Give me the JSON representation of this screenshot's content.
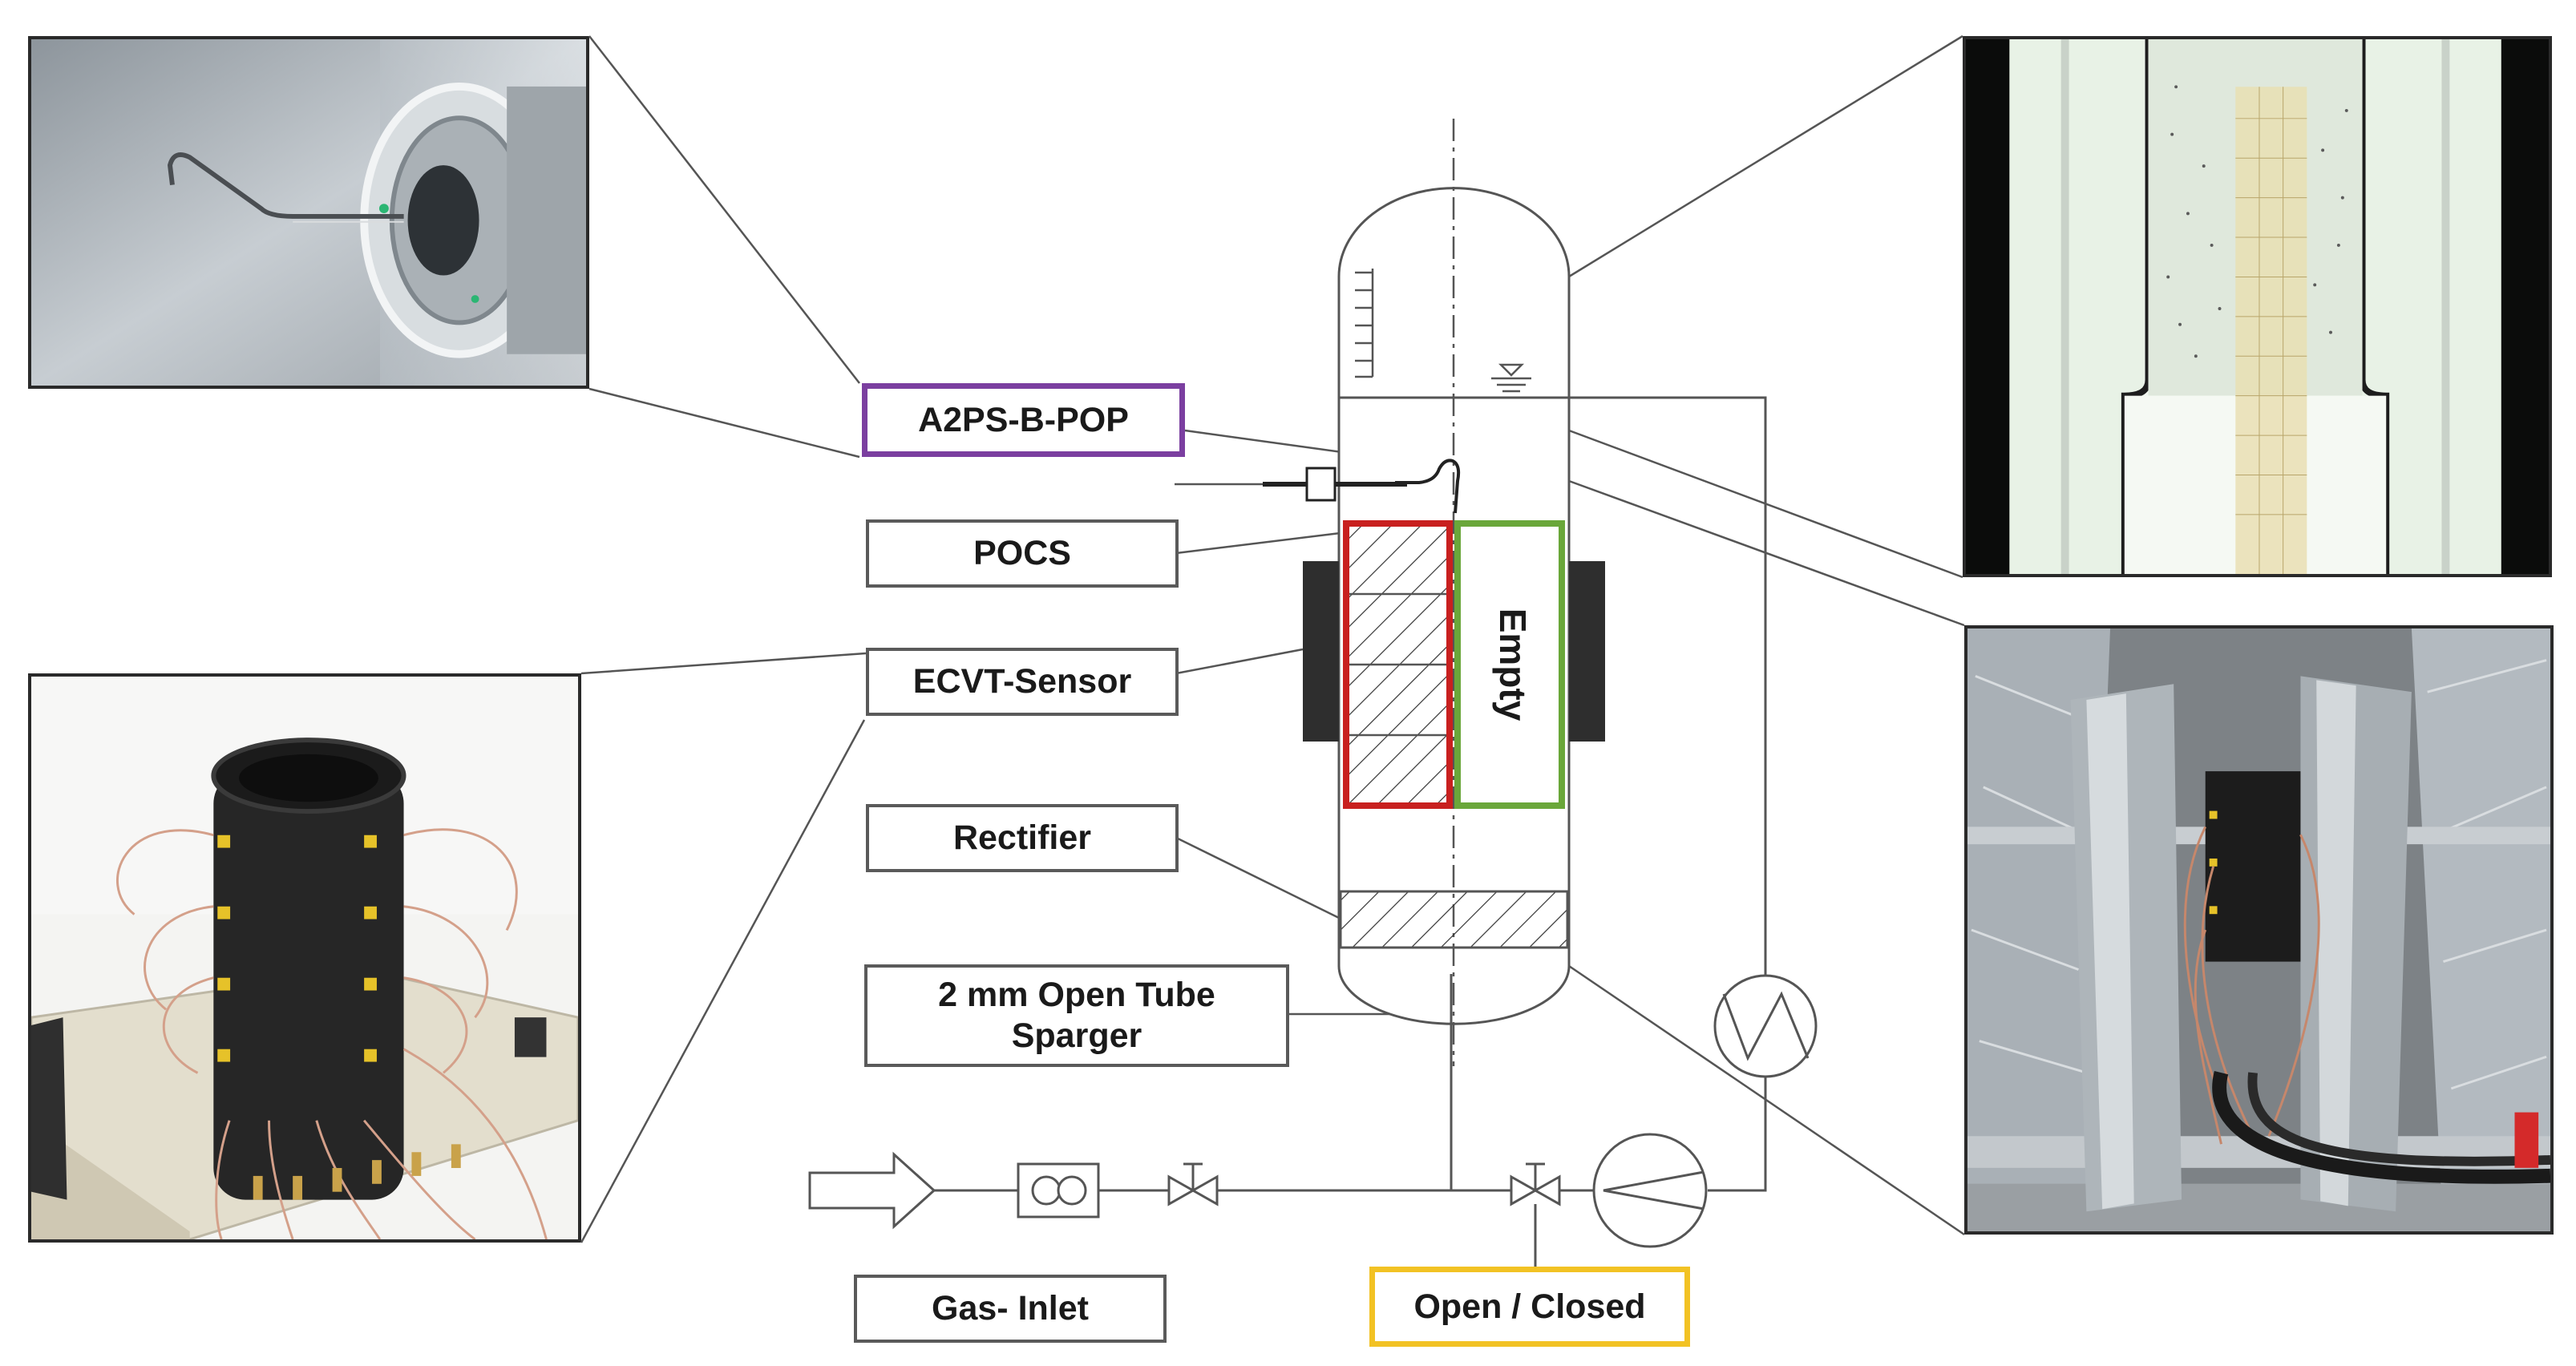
{
  "labels": {
    "a2ps": "A2PS-B-POP",
    "pocs": "POCS",
    "ecvt": "ECVT-Sensor",
    "rectifier": "Rectifier",
    "sparger_line1": "2 mm Open Tube",
    "sparger_line2": "Sparger",
    "gas_inlet": "Gas- Inlet",
    "open_closed": "Open / Closed",
    "empty": "Empty"
  },
  "colors": {
    "a2ps_border": "#7b3fa0",
    "open_closed_border": "#f2c224",
    "pocs_region": "#c8201f",
    "empty_region": "#6aa73a",
    "line": "#555555",
    "label_border": "#5a5a5a"
  },
  "photos": {
    "top_left": "probe-photo",
    "bottom_left": "ecvt-sensor-photo",
    "top_right": "column-photo",
    "bottom_right": "setup-photo"
  }
}
